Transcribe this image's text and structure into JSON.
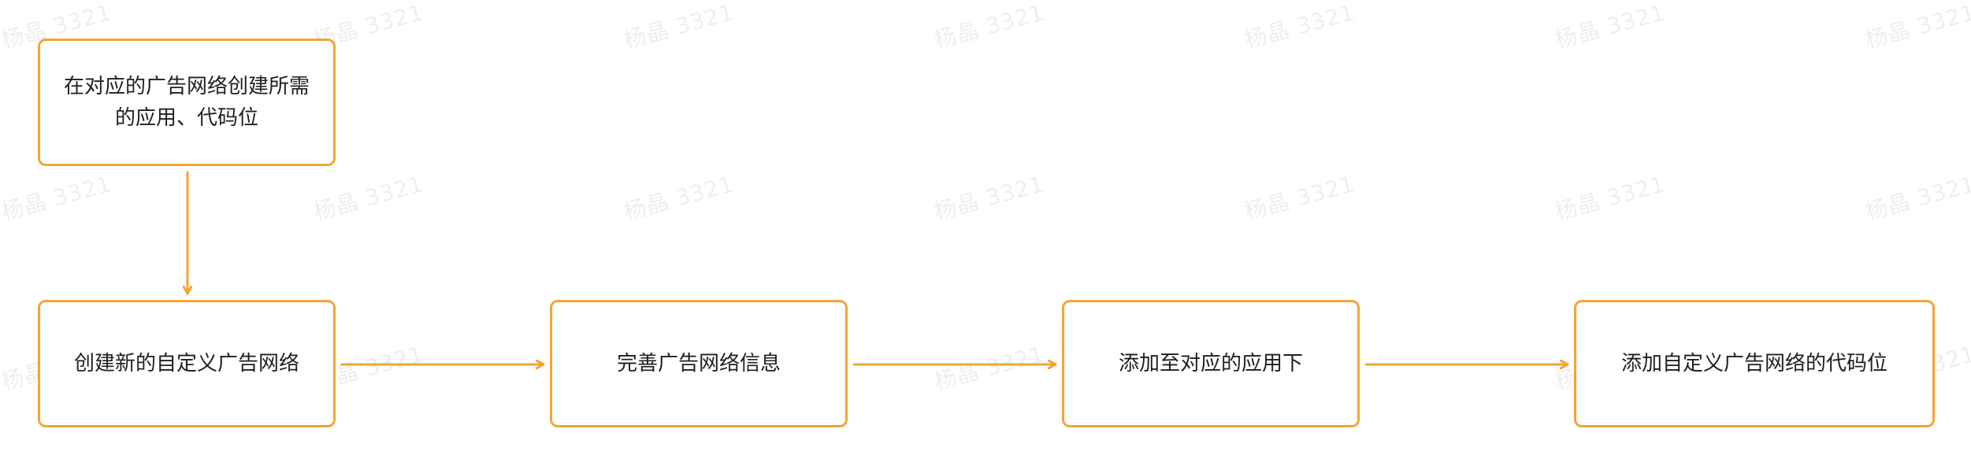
{
  "theme": {
    "node_border_color": "#f5a433",
    "connector_color": "#f5a433",
    "text_color": "#1f1f1f",
    "watermark_color": "#cccccc"
  },
  "watermark": {
    "text": "杨晶 3321"
  },
  "nodes": [
    {
      "id": "node-1",
      "label": "在对应的广告网络创建所需的应用、代码位"
    },
    {
      "id": "node-2",
      "label": "创建新的自定义广告网络"
    },
    {
      "id": "node-3",
      "label": "完善广告网络信息"
    },
    {
      "id": "node-4",
      "label": "添加至对应的应用下"
    },
    {
      "id": "node-5",
      "label": "添加自定义广告网络的代码位"
    }
  ],
  "edges": [
    {
      "from": "node-1",
      "to": "node-2"
    },
    {
      "from": "node-2",
      "to": "node-3"
    },
    {
      "from": "node-3",
      "to": "node-4"
    },
    {
      "from": "node-4",
      "to": "node-5"
    }
  ]
}
